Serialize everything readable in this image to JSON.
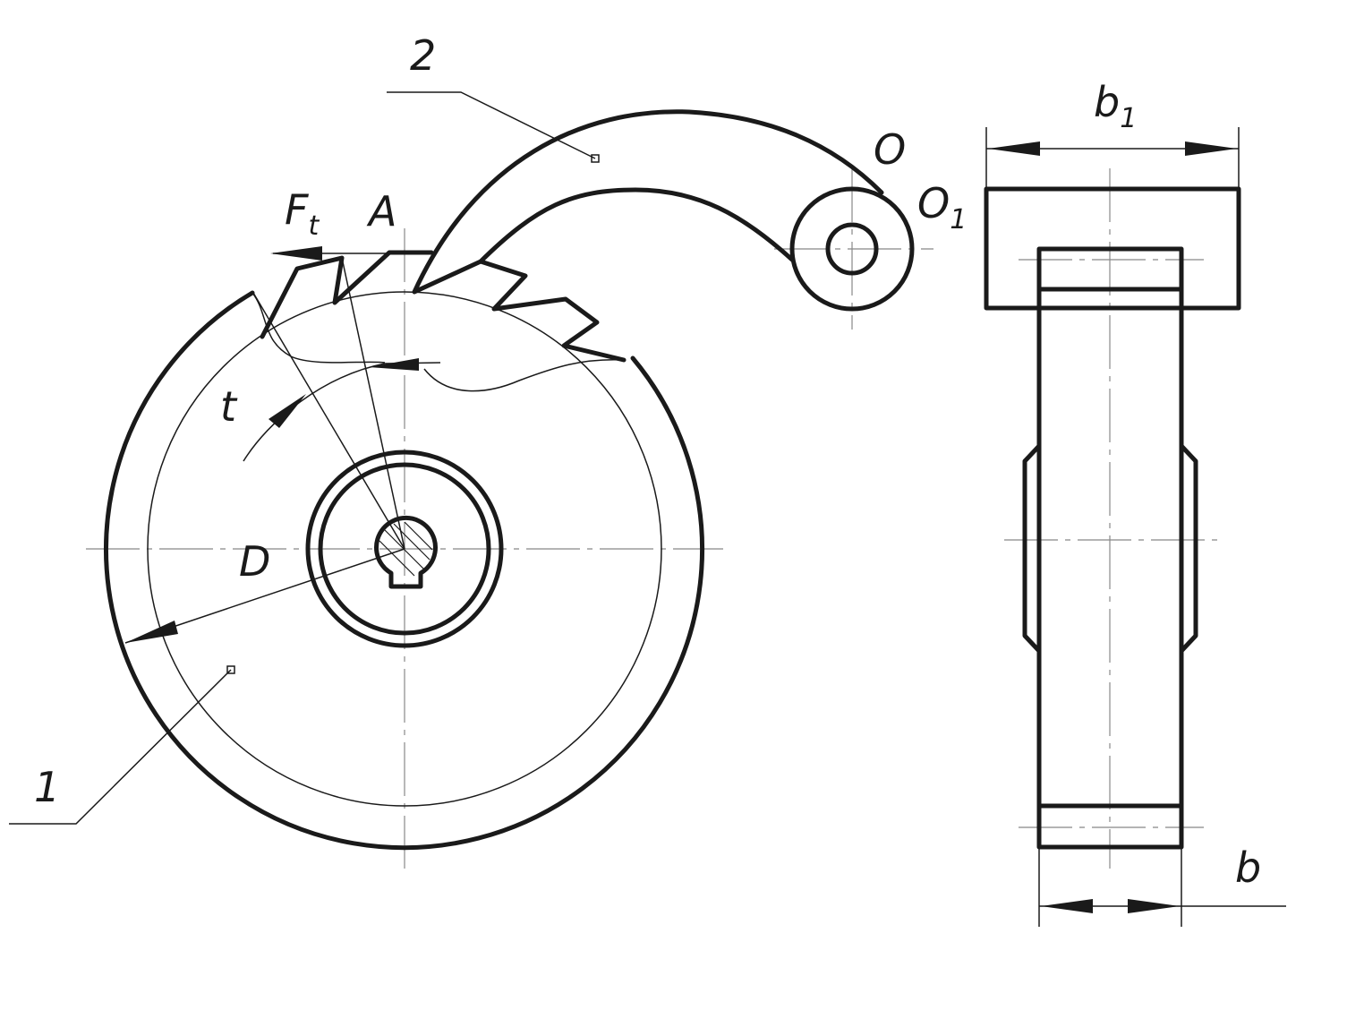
{
  "labels": {
    "part1": "1",
    "part2": "2",
    "force_main": "F",
    "force_sub": "t",
    "point_a": "A",
    "pivot_o": "O",
    "pivot_o1_main": "O",
    "pivot_o1_sub": "1",
    "pitch": "t",
    "diameter": "D",
    "width_b1_main": "b",
    "width_b1_sub": "1",
    "width_b": "b"
  },
  "colors": {
    "line": "#1a1a1a",
    "centerline": "#888888",
    "background": "#ffffff"
  }
}
